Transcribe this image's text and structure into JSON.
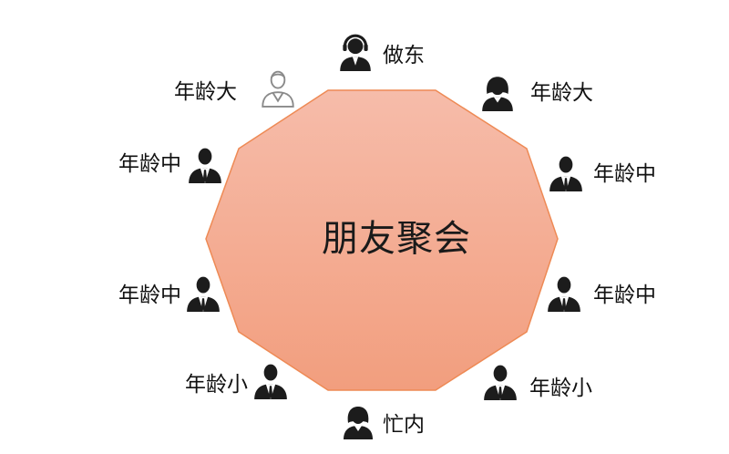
{
  "center": {
    "title": "朋友聚会"
  },
  "colors": {
    "table_top": "#f6bcaa",
    "table_bottom": "#f29e7e",
    "table_stroke": "#ee8a55",
    "icon_dark": "#1c1c1c",
    "icon_outline": "#8a8a8a",
    "shirt": "#ffffff"
  },
  "seats": {
    "host": {
      "label": "做东",
      "icon": "person-headset-icon"
    },
    "tl": {
      "label": "年龄大",
      "icon": "person-outline-icon"
    },
    "tr": {
      "label": "年龄大",
      "icon": "woman-icon"
    },
    "ml1": {
      "label": "年龄中",
      "icon": "man-tie-icon"
    },
    "mr1": {
      "label": "年龄中",
      "icon": "man-tie-icon"
    },
    "ml2": {
      "label": "年龄中",
      "icon": "man-tie-icon"
    },
    "mr2": {
      "label": "年龄中",
      "icon": "man-tie-icon"
    },
    "bl": {
      "label": "年龄小",
      "icon": "man-tie-icon"
    },
    "br": {
      "label": "年龄小",
      "icon": "man-tie-icon"
    },
    "helper": {
      "label": "忙内",
      "icon": "woman-icon"
    }
  }
}
